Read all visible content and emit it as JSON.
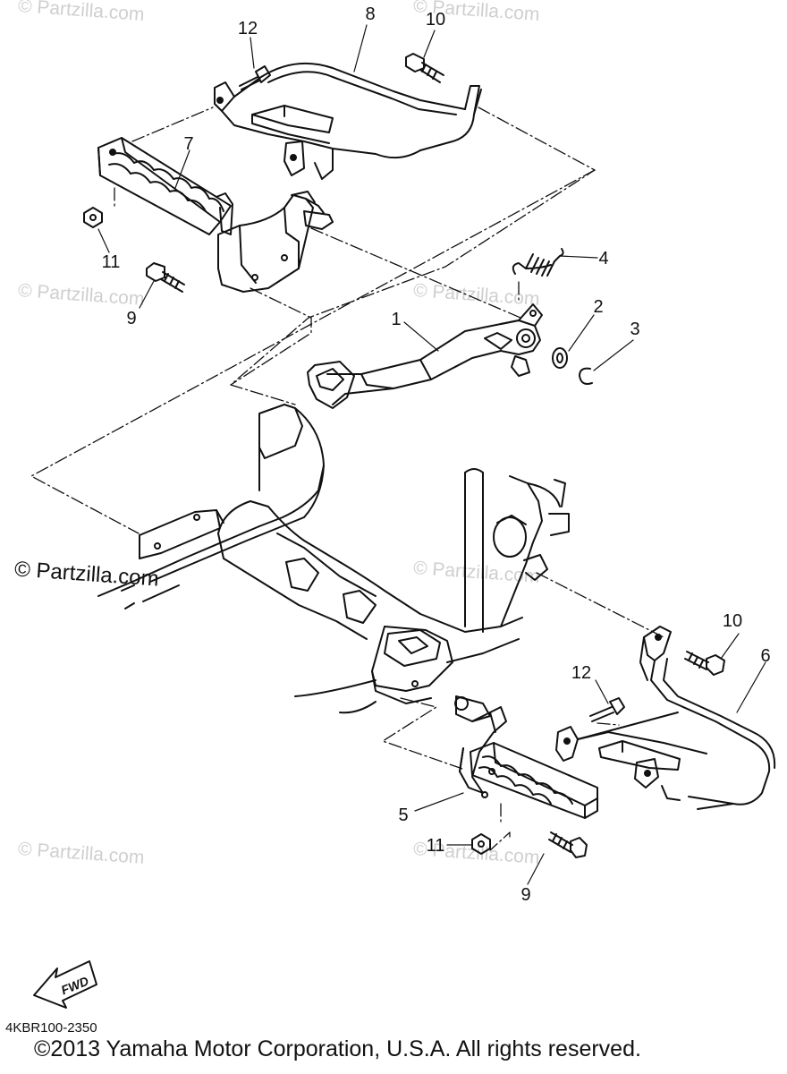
{
  "watermarks": {
    "faint": "© Partzilla.com",
    "strong": "© Partzilla.com"
  },
  "callouts": [
    "1",
    "2",
    "3",
    "4",
    "5",
    "6",
    "7",
    "8",
    "9",
    "9",
    "10",
    "10",
    "11",
    "11",
    "12",
    "12"
  ],
  "fwd_label": "FWD",
  "diagram_code": "4KBR100-2350",
  "copyright": "©2013  Yamaha Motor Corporation, U.S.A. All rights reserved."
}
